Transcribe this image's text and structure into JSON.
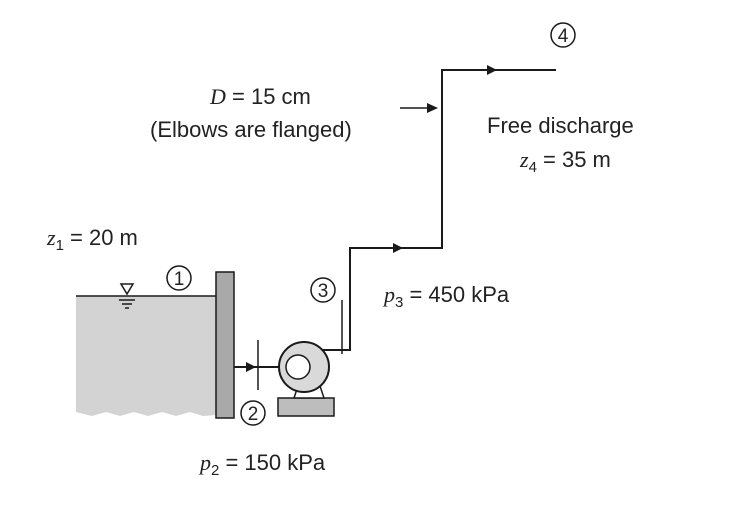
{
  "labels": {
    "diameter_var": "D",
    "diameter_rest": " = 15 cm",
    "elbows_note": "(Elbows are flanged)",
    "free_discharge": "Free discharge",
    "z4_var": "z",
    "z4_sub": "4",
    "z4_rest": " = 35 m",
    "z1_var": "z",
    "z1_sub": "1",
    "z1_rest": " = 20 m",
    "p3_var": "p",
    "p3_sub": "3",
    "p3_rest": " = 450 kPa",
    "p2_var": "p",
    "p2_sub": "2",
    "p2_rest": " = 150 kPa"
  },
  "points": {
    "p1": "1",
    "p2": "2",
    "p3": "3",
    "p4": "4"
  },
  "colors": {
    "line": "#1a1a1a",
    "water": "#d3d3d3",
    "wall": "#a9a9a9",
    "pump_body": "#d9d9d9"
  }
}
